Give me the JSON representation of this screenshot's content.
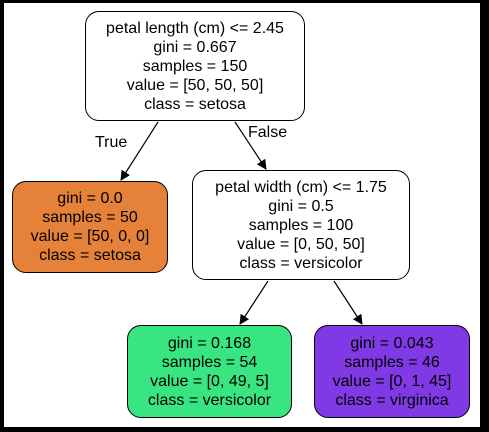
{
  "tree": {
    "nodes": [
      {
        "id": "node-0",
        "fill": "#ffffff",
        "lines": [
          "petal length (cm) <= 2.45",
          "gini = 0.667",
          "samples = 150",
          "value = [50, 50, 50]",
          "class = setosa"
        ]
      },
      {
        "id": "node-1",
        "fill": "#e58139",
        "lines": [
          "gini = 0.0",
          "samples = 50",
          "value = [50, 0, 0]",
          "class = setosa"
        ]
      },
      {
        "id": "node-2",
        "fill": "#ffffff",
        "lines": [
          "petal width (cm) <= 1.75",
          "gini = 0.5",
          "samples = 100",
          "value = [0, 50, 50]",
          "class = versicolor"
        ]
      },
      {
        "id": "node-3",
        "fill": "#39e581",
        "lines": [
          "gini = 0.168",
          "samples = 54",
          "value = [0, 49, 5]",
          "class = versicolor"
        ]
      },
      {
        "id": "node-4",
        "fill": "#8139e5",
        "lines": [
          "gini = 0.043",
          "samples = 46",
          "value = [0, 1, 45]",
          "class = virginica"
        ]
      }
    ],
    "edges": [
      {
        "from": "node-0",
        "to": "node-1"
      },
      {
        "from": "node-0",
        "to": "node-2"
      },
      {
        "from": "node-2",
        "to": "node-3"
      },
      {
        "from": "node-2",
        "to": "node-4"
      }
    ],
    "edge_labels": {
      "true": "True",
      "false": "False"
    }
  }
}
